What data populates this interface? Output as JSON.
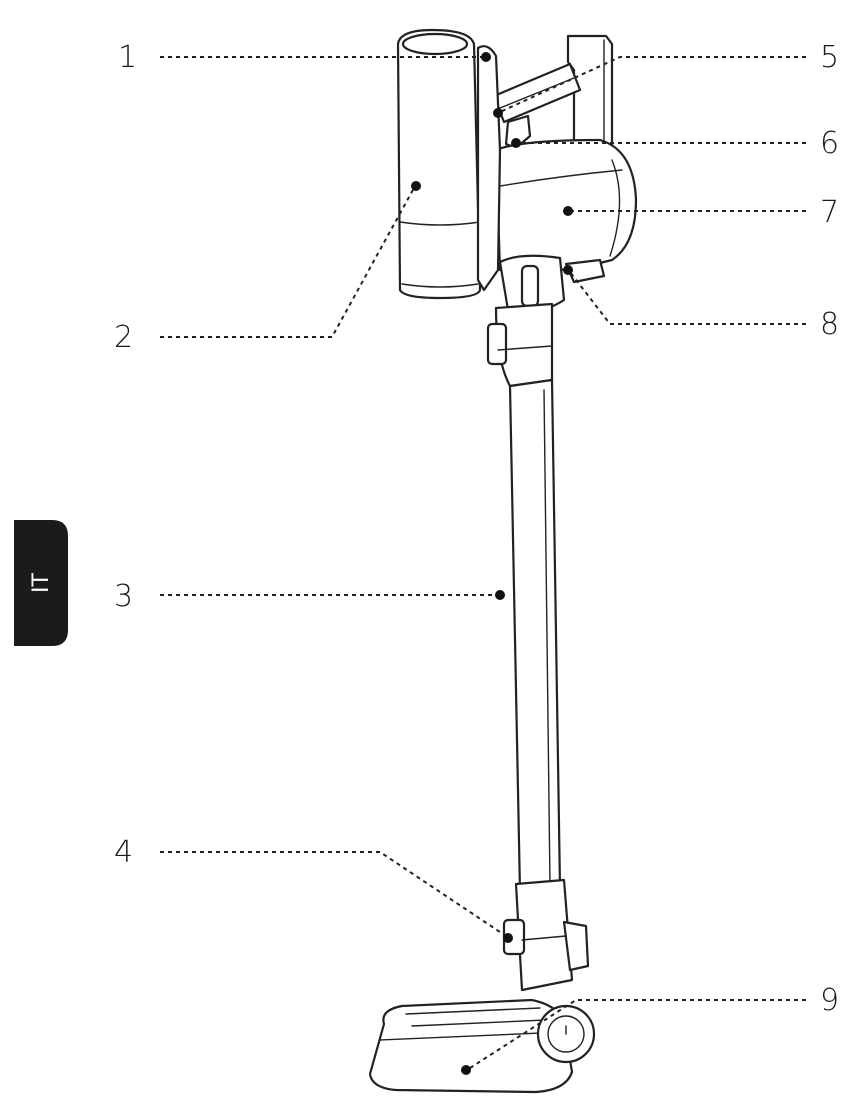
{
  "language_tab": "IT",
  "callouts": [
    {
      "number": "1"
    },
    {
      "number": "2"
    },
    {
      "number": "3"
    },
    {
      "number": "4"
    },
    {
      "number": "5"
    },
    {
      "number": "6"
    },
    {
      "number": "7"
    },
    {
      "number": "8"
    },
    {
      "number": "9"
    }
  ]
}
